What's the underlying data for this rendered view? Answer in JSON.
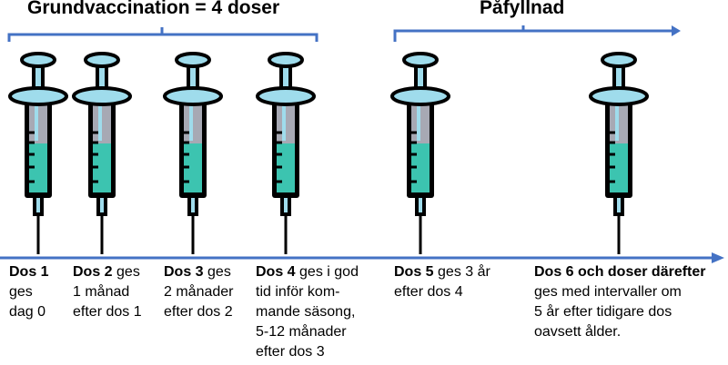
{
  "headers": {
    "primary": "Grundvaccination = 4 doser",
    "booster": "Påfyllnad"
  },
  "colors": {
    "timeline": "#4472c4",
    "fluid": "#3cc4b0",
    "syringe_light": "#9fdcec",
    "empty_barrel": "#a7a9b4"
  },
  "doses": [
    {
      "label": "Dos 1",
      "lines": [
        "ges",
        "dag 0"
      ],
      "suffix": ""
    },
    {
      "label": "Dos 2",
      "suffix": " ges",
      "lines": [
        "1 månad",
        "efter dos 1"
      ]
    },
    {
      "label": "Dos 3",
      "suffix": " ges",
      "lines": [
        "2 månader",
        "efter dos 2"
      ]
    },
    {
      "label": "Dos 4",
      "suffix": " ges i god",
      "lines": [
        "tid inför kom-",
        "mande säsong,",
        "5-12 månader",
        "efter dos 3"
      ]
    },
    {
      "label": "Dos 5",
      "suffix": " ges 3 år",
      "lines": [
        "efter dos 4"
      ]
    },
    {
      "label": "Dos 6 och doser därefter",
      "suffix": "",
      "lines": [
        "ges med intervaller om",
        "5 år efter tidigare dos",
        "oavsett ålder."
      ]
    }
  ]
}
